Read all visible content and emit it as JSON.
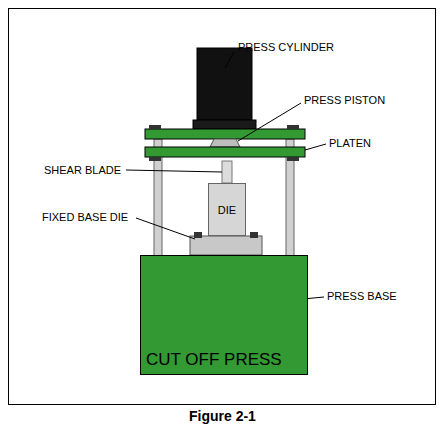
{
  "diagram": {
    "caption": "Figure 2-1",
    "nodes": [
      {
        "text": [
          "CUT OFF PRESS"
        ]
      },
      {
        "text": [
          "DIE"
        ]
      }
    ],
    "labels": [
      "PRESS CYLINDER",
      "PRESS PISTON",
      "PLATEN",
      "SHEAR BLADE",
      "FIXED BASE DIE",
      "PRESS BASE"
    ]
  }
}
